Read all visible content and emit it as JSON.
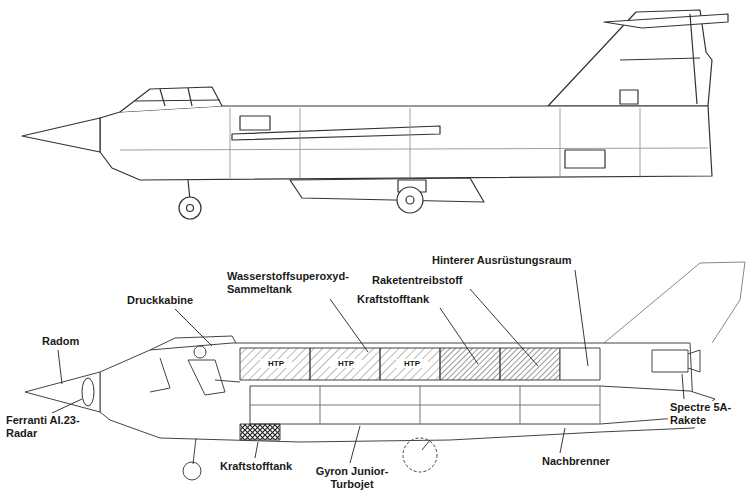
{
  "diagram": {
    "labels": [
      "Hinterer Ausrüstungsraum",
      "Wasserstoffsuperoxyd- Sammeltank",
      "Raketentreibstoff",
      "Druckkabine",
      "Kraftstofftank",
      "Radom",
      "HTP",
      "HTP",
      "HTP",
      "Ferranti AI.23-Radar",
      "Kraftstofftank",
      "Gyron Junior-Turbojet",
      "Nachbrenner",
      "Spectre 5A-Rakete"
    ]
  }
}
